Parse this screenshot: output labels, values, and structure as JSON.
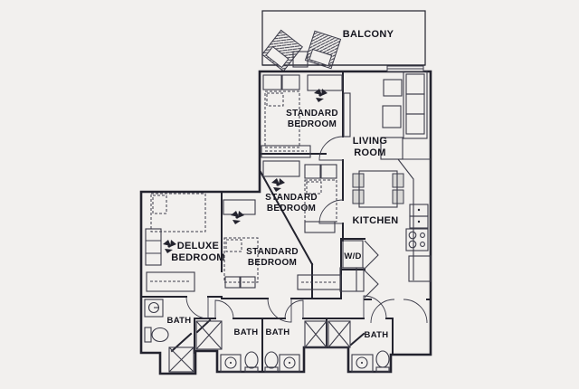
{
  "page": {
    "background_color": "#f2f0ee"
  },
  "colors": {
    "background": "#f2f0ee",
    "wall": "#23232e",
    "furniture": "#3c3c49",
    "text": "#15151e"
  },
  "floor_plan": {
    "type": "apartment-floor-plan",
    "rooms": [
      {
        "id": "balcony",
        "label_lines": [
          "BALCONY"
        ]
      },
      {
        "id": "standard-bedroom-1",
        "label_lines": [
          "STANDARD",
          "BEDROOM"
        ]
      },
      {
        "id": "living-room",
        "label_lines": [
          "LIVING",
          "ROOM"
        ]
      },
      {
        "id": "standard-bedroom-2",
        "label_lines": [
          "STANDARD",
          "BEDROOM"
        ]
      },
      {
        "id": "kitchen",
        "label_lines": [
          "KITCHEN"
        ]
      },
      {
        "id": "standard-bedroom-3",
        "label_lines": [
          "STANDARD",
          "BEDROOM"
        ]
      },
      {
        "id": "deluxe-bedroom",
        "label_lines": [
          "DELUXE",
          "BEDROOM"
        ]
      },
      {
        "id": "laundry",
        "label_lines": [
          "W/D"
        ]
      },
      {
        "id": "bath-1",
        "label_lines": [
          "BATH"
        ]
      },
      {
        "id": "bath-2",
        "label_lines": [
          "BATH"
        ]
      },
      {
        "id": "bath-3",
        "label_lines": [
          "BATH"
        ]
      },
      {
        "id": "bath-4",
        "label_lines": [
          "BATH"
        ]
      }
    ],
    "symbols": [
      "lounge-chair",
      "balcony-table",
      "closet",
      "bed",
      "desk",
      "ceiling-fan",
      "dresser",
      "sofa",
      "side-table",
      "dining-table",
      "dining-chair",
      "kitchen-counter",
      "kitchen-sink",
      "stove",
      "refrigerator",
      "washer-dryer",
      "shower",
      "toilet",
      "bathroom-sink",
      "door-swing"
    ]
  }
}
